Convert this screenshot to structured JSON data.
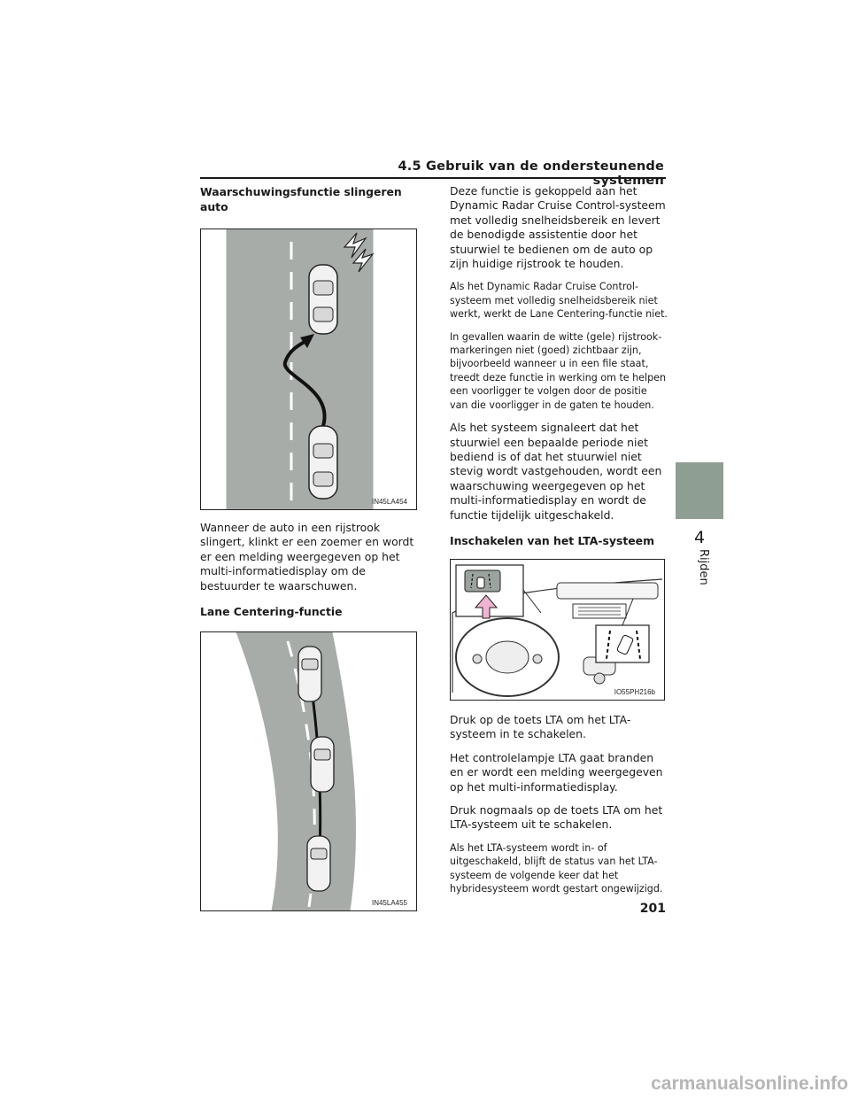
{
  "header": {
    "title": "4.5 Gebruik van de ondersteunende systemen"
  },
  "side_tab": {
    "number": "4",
    "label": "Rijden"
  },
  "left_column": {
    "heading_1": "Waarschuwingsfunctie slingeren auto",
    "figure_1_code": "IN45LA454",
    "paragraph_1": "Wanneer de auto in een rijstrook slingert, klinkt er een zoemer en wordt er een melding weergegeven op het multi-informatiedisplay om de bestuurder te waarschuwen.",
    "heading_2": "Lane Centering-functie",
    "figure_2_code": "IN45LA455"
  },
  "right_column": {
    "paragraph_1": "Deze functie is gekoppeld aan het Dynamic Radar Cruise Control-systeem met volledig snelheidsbereik en levert de benodigde assistentie door het stuurwiel te bedienen om de auto op zijn huidige rijstrook te houden.",
    "note_1": "Als het Dynamic Radar Cruise Control-systeem met volledig snelheidsbereik niet werkt, werkt de Lane Centering-functie niet.",
    "note_2": "In gevallen waarin de witte (gele) rijstrook-markeringen niet (goed) zichtbaar zijn, bijvoorbeeld wanneer u in een file staat, treedt deze functie in werking om te helpen een voorligger te volgen door de positie van die voorligger in de gaten te houden.",
    "paragraph_2": "Als het systeem signaleert dat het stuurwiel een bepaalde periode niet bediend is of dat het stuurwiel niet stevig wordt vastgehouden, wordt een waarschuwing weergegeven op het multi-informatiedisplay en wordt de functie tijdelijk uitgeschakeld.",
    "heading_1": "Inschakelen van het LTA-systeem",
    "figure_code": "IO55PH216b",
    "paragraph_3": "Druk op de toets LTA om het LTA-systeem in te schakelen.",
    "paragraph_4": "Het controlelampje LTA gaat branden en er wordt een melding weergegeven op het multi-informatiedisplay.",
    "paragraph_5": "Druk nogmaals op de toets LTA om het LTA-systeem uit te schakelen.",
    "note_3": "Als het LTA-systeem wordt in- of uitgeschakeld, blijft de status van het LTA-systeem de volgende keer dat het hybridesysteem wordt gestart ongewijzigd."
  },
  "page_number": "201",
  "watermark": "carmanualsonline.info"
}
